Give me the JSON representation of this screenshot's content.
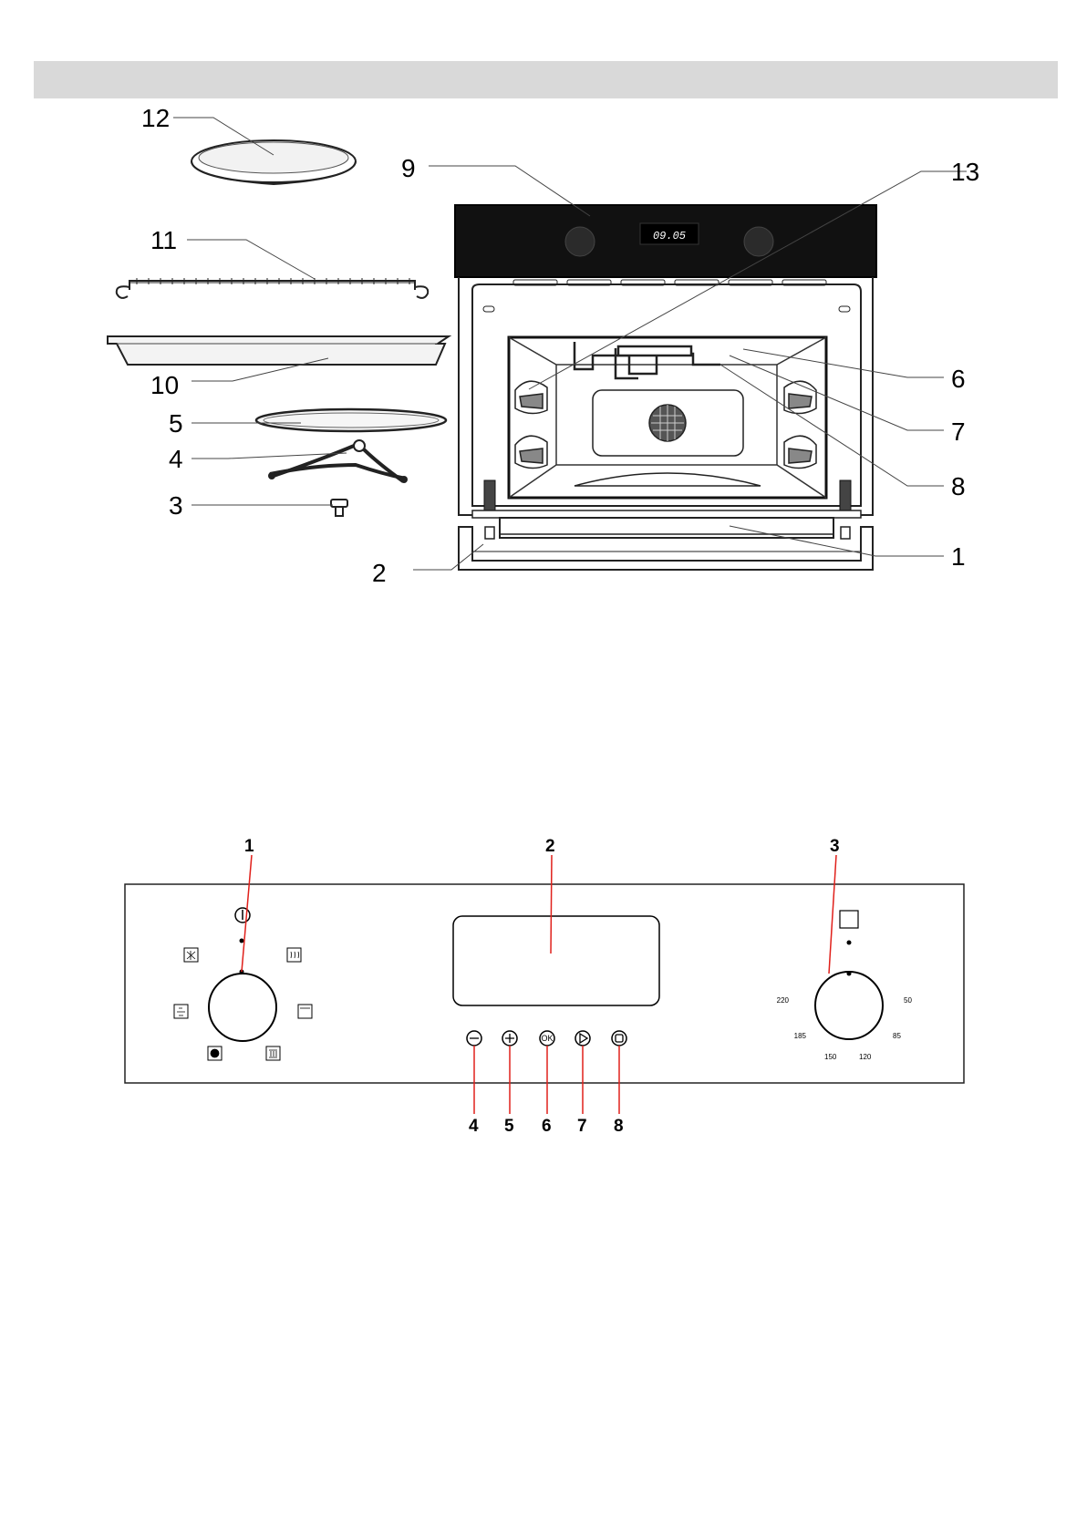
{
  "header": {
    "title": ""
  },
  "oven_diagram": {
    "display_time": "09.05",
    "callouts": {
      "c1": "1",
      "c2": "2",
      "c3": "3",
      "c4": "4",
      "c5": "5",
      "c6": "6",
      "c7": "7",
      "c8": "8",
      "c9": "9",
      "c10": "10",
      "c11": "11",
      "c12": "12",
      "c13": "13"
    }
  },
  "control_panel": {
    "numbers": {
      "n1": "1",
      "n2": "2",
      "n3": "3",
      "n4": "4",
      "n5": "5",
      "n6": "6",
      "n7": "7",
      "n8": "8"
    },
    "temperature_scale": {
      "t220": "220",
      "t50": "50",
      "t185": "185",
      "t85": "85",
      "t150": "150",
      "t120": "120"
    },
    "ok_label": "OK"
  },
  "colors": {
    "accent_red": "#e0201b",
    "header_bar": "#d9d9d9",
    "oven_front": "#111111"
  }
}
